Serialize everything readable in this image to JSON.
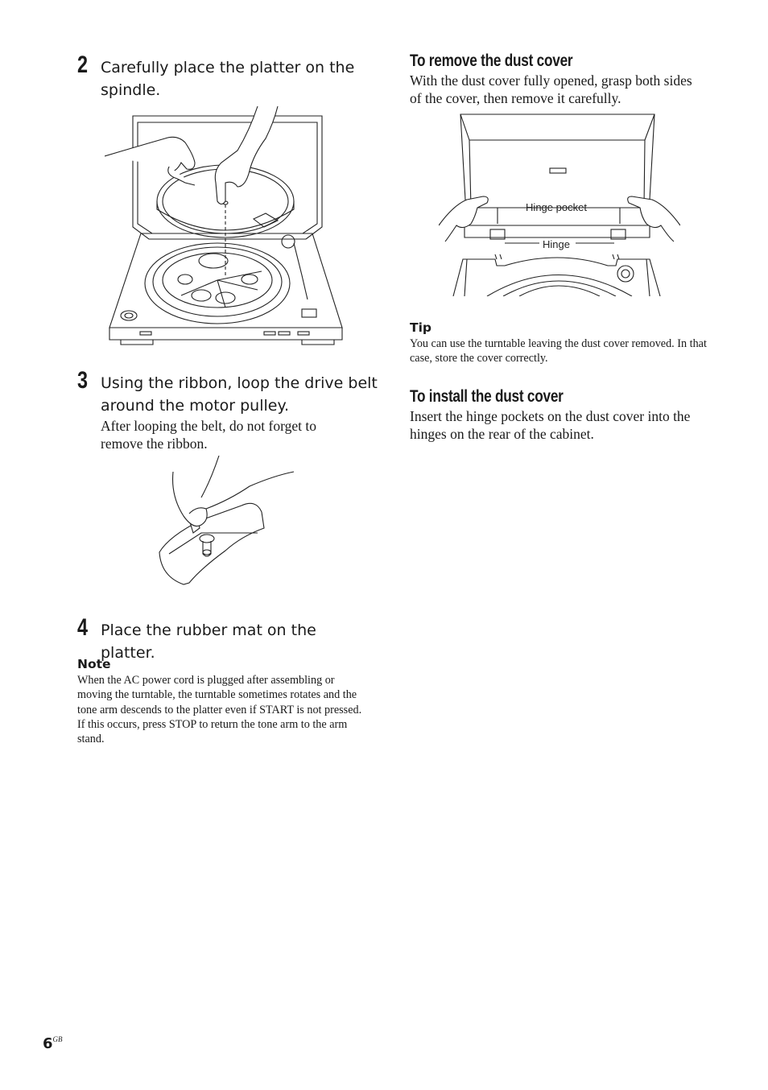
{
  "steps": [
    {
      "number": "2",
      "text": "Carefully place the platter on the spindle."
    },
    {
      "number": "3",
      "text": "Using the ribbon, loop the drive belt around the motor pulley.",
      "sub": "After looping the belt, do not forget to remove the ribbon."
    },
    {
      "number": "4",
      "text": "Place the rubber mat on the platter."
    }
  ],
  "note": {
    "title": "Note",
    "lines": [
      "When the AC power cord is plugged after assembling or moving the turntable, the turntable sometimes rotates and the tone arm descends to the platter even if START is not pressed.",
      "If this occurs, press STOP to return the tone arm to the arm stand."
    ]
  },
  "remove_cover": {
    "heading": "To remove the dust cover",
    "text": "With the dust cover fully opened, grasp both sides of the cover, then remove it carefully.",
    "labels": {
      "hinge_pocket": "Hinge pocket",
      "hinge": "Hinge"
    }
  },
  "tip": {
    "title": "Tip",
    "text": "You can use the turntable leaving the dust cover removed. In that case, store the cover correctly."
  },
  "install_cover": {
    "heading": "To install the dust cover",
    "text": "Insert the hinge pockets on the dust cover into the hinges on the rear of the cabinet."
  },
  "page": {
    "number": "6",
    "suffix": "GB"
  }
}
